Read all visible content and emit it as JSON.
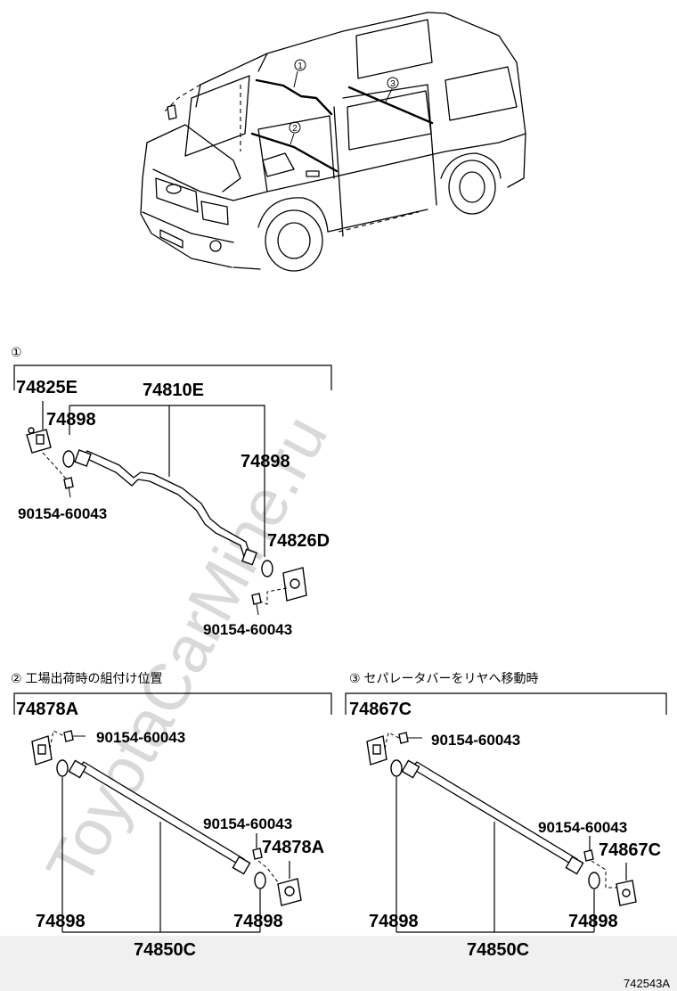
{
  "watermark": "ToyotaCarMine.ru",
  "diagram_id": "742543A",
  "callouts": [
    "①",
    "②",
    "③"
  ],
  "section1": {
    "header": "①",
    "parts": {
      "bracket_left": "74825E",
      "washer_left": "74898",
      "bar": "74810E",
      "washer_right": "74898",
      "bracket_right": "74826D",
      "bolt_left": "90154-60043",
      "bolt_right": "90154-60043"
    }
  },
  "section2": {
    "header": "② 工場出荷時の組付け位置",
    "parts": {
      "bracket_left": "74878A",
      "bolt_left": "90154-60043",
      "bolt_right": "90154-60043",
      "bracket_right": "74878A",
      "washer_left": "74898",
      "washer_right": "74898",
      "bar": "74850C"
    }
  },
  "section3": {
    "header": "③ セパレータバーをリヤへ移動時",
    "parts": {
      "bracket_left": "74867C",
      "bolt_left": "90154-60043",
      "bolt_right": "90154-60043",
      "bracket_right": "74867C",
      "washer_left": "74898",
      "washer_right": "74898",
      "bar": "74850C"
    }
  }
}
